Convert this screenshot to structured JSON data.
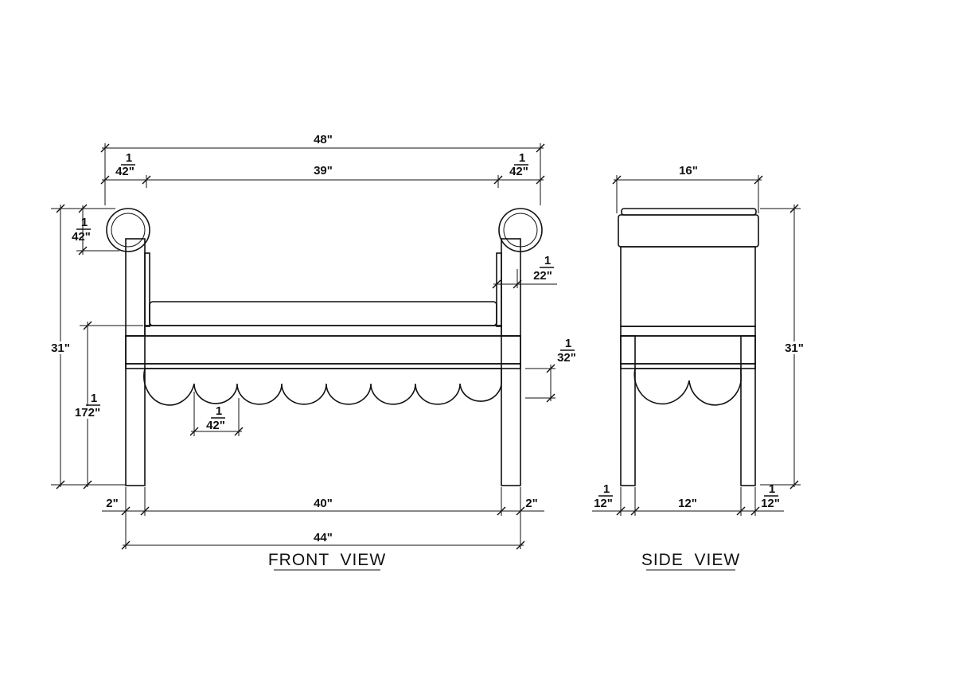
{
  "views": {
    "front": {
      "title": "FRONT  VIEW"
    },
    "side": {
      "title": "SIDE  VIEW"
    }
  },
  "front_dims": {
    "overall_width": "48\"",
    "arm_left_num": "1",
    "arm_left_den": "42\"",
    "inner_width": "39\"",
    "arm_right_num": "1",
    "arm_right_den": "42\"",
    "roll_height_num": "1",
    "roll_height_den": "42\"",
    "overall_height": "31\"",
    "seat_height_num": "1",
    "seat_height_den": "172\"",
    "arm_thickness_num": "1",
    "arm_thickness_den": "22\"",
    "apron_num": "1",
    "apron_den": "32\"",
    "scallop_num": "1",
    "scallop_den": "42\"",
    "leg_left": "2\"",
    "leg_span": "40\"",
    "leg_right": "2\"",
    "base_width": "44\""
  },
  "side_dims": {
    "depth": "16\"",
    "overall_height": "31\"",
    "leg_left_num": "1",
    "leg_left_den": "12\"",
    "leg_span": "12\"",
    "leg_right_num": "1",
    "leg_right_den": "12\""
  },
  "colors": {
    "line": "#111111",
    "background": "#ffffff"
  }
}
